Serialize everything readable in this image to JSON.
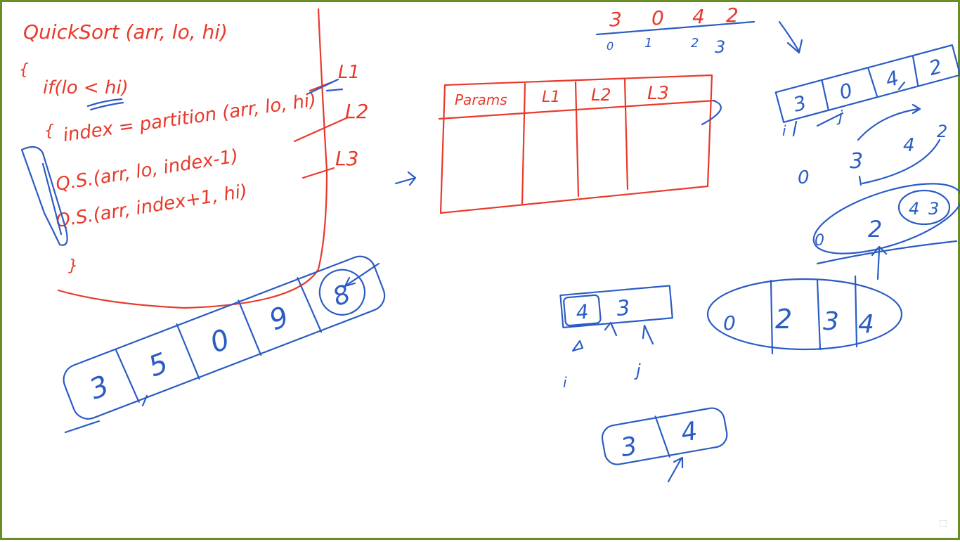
{
  "code": {
    "title": "QuickSort (arr, lo, hi)",
    "brace_open": "{",
    "if_line": "if(lo < hi)",
    "inner_brace": "{",
    "line1": "index = partition (arr, lo, hi)",
    "line2": "Q.S.(arr, lo, index-1)",
    "line3": "Q.S.(arr, index+1, hi)",
    "close_brace": "}",
    "labels": [
      "L1",
      "L2",
      "L3"
    ]
  },
  "top_array": {
    "values": [
      "3",
      "0",
      "4",
      "2"
    ],
    "indices": [
      "0",
      "1",
      "2",
      "3"
    ]
  },
  "table": {
    "headers": [
      "Params",
      "L1",
      "L2",
      "L3"
    ]
  },
  "bottom_left_array": {
    "values": [
      "3",
      "5",
      "0",
      "9",
      "8"
    ]
  },
  "right_array_top": {
    "values": [
      "3",
      "0",
      "4",
      "2"
    ],
    "pointer_labels": [
      "i",
      "j"
    ]
  },
  "right_loose": {
    "values": [
      "0",
      "3",
      "4",
      "2"
    ]
  },
  "right_oval": {
    "values": [
      "0",
      "2",
      "4",
      "3"
    ]
  },
  "mid_small_array": {
    "values": [
      "4",
      "3"
    ],
    "pointer_labels": [
      "i",
      "j"
    ]
  },
  "right_big_oval": {
    "values": [
      "0",
      "2",
      "3",
      "4"
    ]
  },
  "bottom_array": {
    "values": [
      "3",
      "4"
    ]
  },
  "colors": {
    "red_ink": "#e8392a",
    "blue_ink": "#2b5cc4",
    "frame": "#6a8e27"
  },
  "icons": {
    "corner": "expand-corner-icon"
  }
}
